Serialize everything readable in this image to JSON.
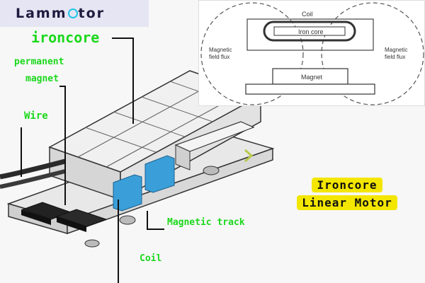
{
  "logo": {
    "text_left": "Lamm",
    "text_right": "tor"
  },
  "labels": {
    "ironcore": "ironcore",
    "permanent": "permanent",
    "magnet": "magnet",
    "wire": "Wire",
    "magnetic_track": "Magnetic track",
    "coil": "Coil"
  },
  "inset": {
    "coil": "Coil",
    "iron_core": "Iron core",
    "flux_left_1": "Magnetic",
    "flux_left_2": "field flux",
    "flux_right_1": "Magnetic",
    "flux_right_2": "field flux",
    "magnet": "Magnet"
  },
  "title": {
    "line1": "Ironcore",
    "line2": "Linear Motor"
  },
  "colors": {
    "label_green": "#1bd81b",
    "title_yellow": "#f3e600",
    "coil_blue": "#3a9fd8"
  }
}
